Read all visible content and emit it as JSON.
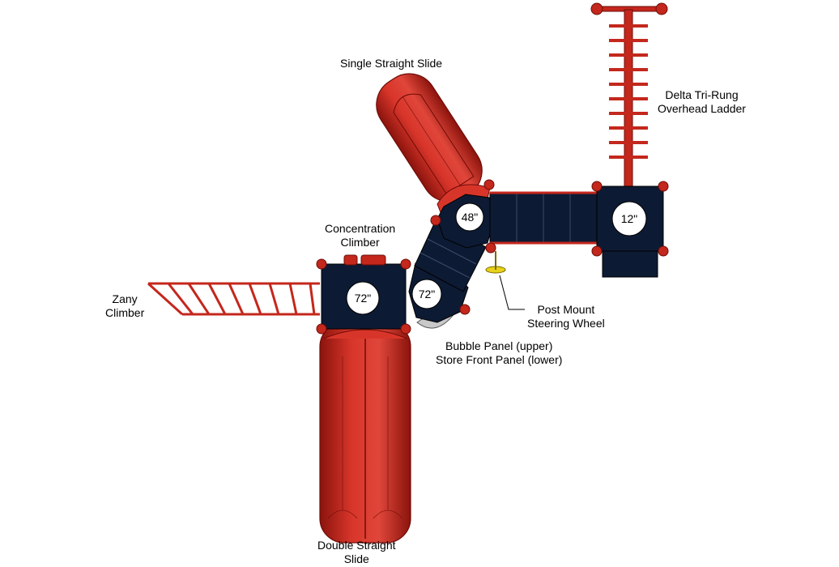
{
  "labels": {
    "single_slide": "Single Straight Slide",
    "overhead_ladder_1": "Delta Tri-Rung",
    "overhead_ladder_2": "Overhead Ladder",
    "concentration_1": "Concentration",
    "concentration_2": "Climber",
    "zany_1": "Zany",
    "zany_2": "Climber",
    "steering_1": "Post Mount",
    "steering_2": "Steering Wheel",
    "bubble_1": "Bubble Panel (upper)",
    "bubble_2": "Store Front Panel (lower)",
    "double_slide_1": "Double Straight",
    "double_slide_2": "Slide"
  },
  "deck_heights": {
    "upper_octagon": "48\"",
    "right_deck": "12\"",
    "left_deck": "72\"",
    "mid_octagon": "72\""
  },
  "colors": {
    "red": "#c4271c",
    "red_dark": "#6e0c08",
    "navy": "#0d1a33",
    "white": "#ffffff",
    "yellow": "#e8d21a",
    "gray": "#c8c8c8"
  }
}
